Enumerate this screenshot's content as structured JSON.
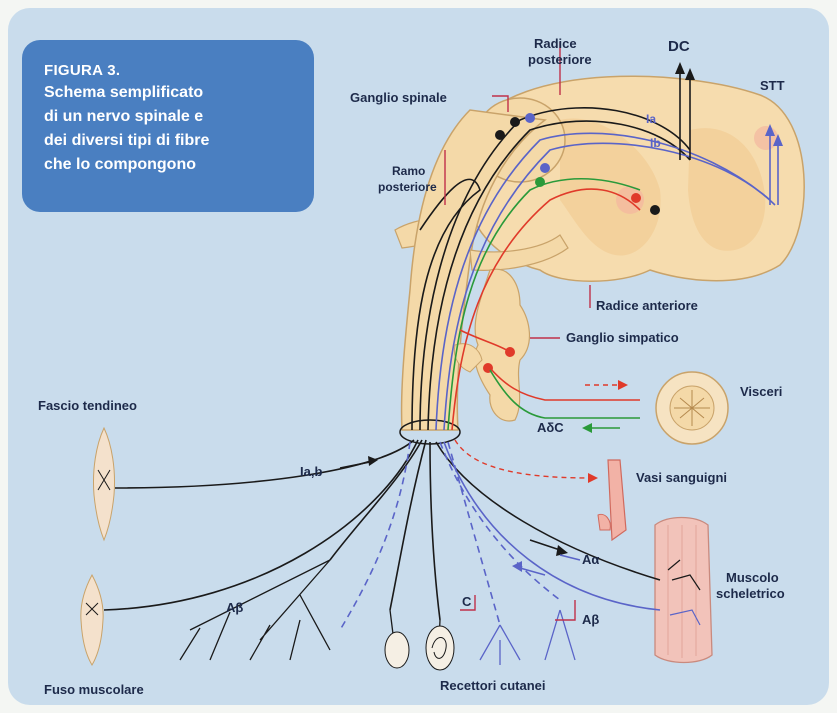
{
  "caption": {
    "title": "FIGURA 3.",
    "lines": [
      "Schema semplificato",
      "di un nervo spinale e",
      "dei diversi tipi di fibre",
      "che lo compongono"
    ]
  },
  "labels": {
    "radice_posteriore_1": "Radice",
    "radice_posteriore_2": "posteriore",
    "dc": "DC",
    "stt": "STT",
    "ganglio_spinale": "Ganglio spinale",
    "ramo_posteriore_1": "Ramo",
    "ramo_posteriore_2": "posteriore",
    "radice_anteriore": "Radice anteriore",
    "ganglio_simpatico": "Ganglio simpatico",
    "visceri": "Visceri",
    "adelta_c": "AδC",
    "fascio_tendineo": "Fascio tendineo",
    "iab": "Ia,b",
    "vasi_sanguigni": "Vasi sanguigni",
    "a_alpha": "Aα",
    "a_beta_left": "Aβ",
    "c": "C",
    "a_beta_right": "Aβ",
    "muscolo_1": "Muscolo",
    "muscolo_2": "scheletrico",
    "fuso_muscolare": "Fuso muscolare",
    "recettori_cutanei": "Recettori cutanei",
    "fiber_ia": "Ia",
    "fiber_ib": "Ib"
  },
  "colors": {
    "panel": "#c9dcec",
    "caption_box": "#4a7fc1",
    "nerve": "#f4d9a8",
    "cord": "#f6dcae",
    "black_fiber": "#1a1a1a",
    "blue_fiber": "#5a64c8",
    "red_fiber": "#e03a2a",
    "green_fiber": "#2a9a3a",
    "label_text": "#1d2a4a"
  }
}
